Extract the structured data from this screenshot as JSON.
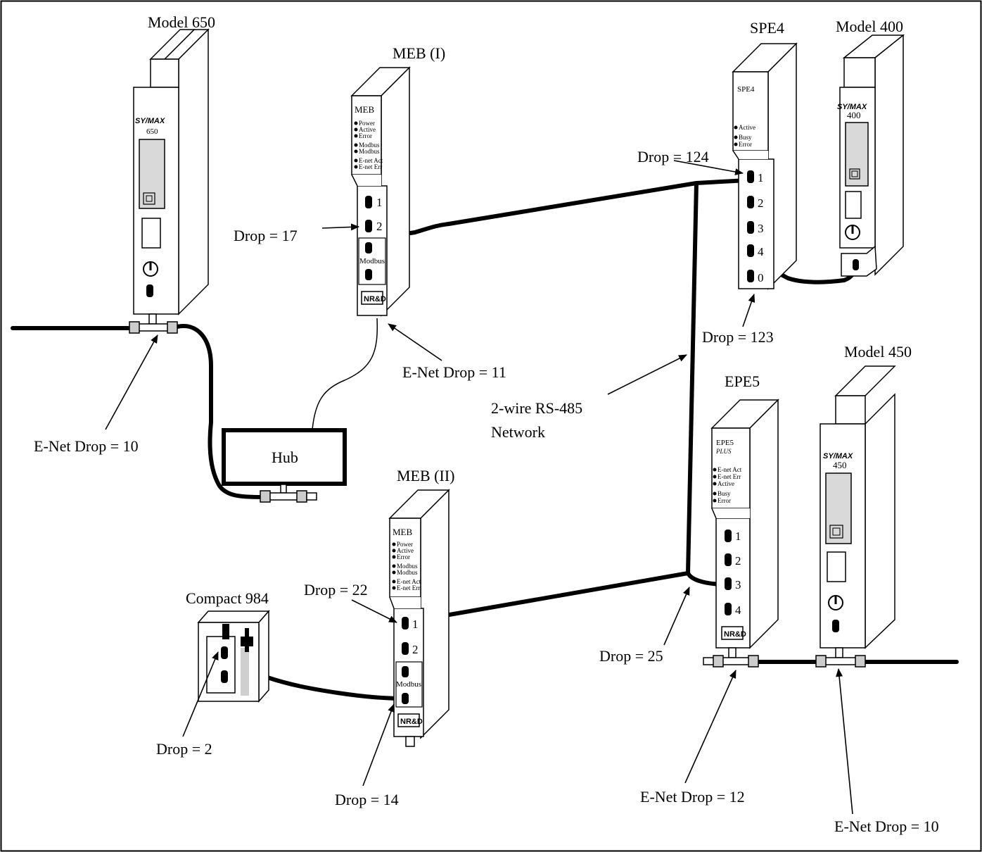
{
  "devices": {
    "model650": {
      "title": "Model 650",
      "brand": "SY/MAX",
      "number": "650"
    },
    "meb1": {
      "title": "MEB (I)",
      "face": "MEB",
      "leds": [
        "Power",
        "Active",
        "Error",
        "Modbus",
        "Modbus",
        "E-net Act",
        "E-net Err"
      ],
      "ports": [
        "1",
        "2"
      ],
      "modbus": "Modbus",
      "logo": "NR&D"
    },
    "spe4": {
      "title": "SPE4",
      "face": "SPE4",
      "leds": [
        "Active",
        "Busy",
        "Error"
      ],
      "ports": [
        "1",
        "2",
        "3",
        "4",
        "0"
      ]
    },
    "model400": {
      "title": "Model 400",
      "brand": "SY/MAX",
      "number": "400"
    },
    "hub": {
      "label": "Hub"
    },
    "meb2": {
      "title": "MEB (II)",
      "face": "MEB",
      "leds": [
        "Power",
        "Active",
        "Error",
        "Modbus",
        "Modbus",
        "E-net Act",
        "E-net Err"
      ],
      "ports": [
        "1",
        "2"
      ],
      "modbus": "Modbus",
      "logo": "NR&D"
    },
    "epe5": {
      "title": "EPE5",
      "face": "EPE5",
      "face_sub": "PLUS",
      "leds": [
        "E-net Act",
        "E-net Err",
        "Active",
        "Busy",
        "Error"
      ],
      "ports": [
        "1",
        "2",
        "3",
        "4"
      ],
      "logo": "NR&D"
    },
    "model450": {
      "title": "Model 450",
      "brand": "SY/MAX",
      "number": "450"
    },
    "compact984": {
      "title": "Compact 984"
    }
  },
  "labels": {
    "drop124": "Drop = 124",
    "drop17": "Drop = 17",
    "drop123": "Drop = 123",
    "enet11": "E-Net Drop = 11",
    "rs485_line1": "2-wire RS-485",
    "rs485_line2": "Network",
    "enet10_left": "E-Net Drop = 10",
    "drop22": "Drop = 22",
    "drop25": "Drop = 25",
    "drop2": "Drop = 2",
    "drop14": "Drop = 14",
    "enet12": "E-Net Drop = 12",
    "enet10_right": "E-Net Drop = 10"
  }
}
